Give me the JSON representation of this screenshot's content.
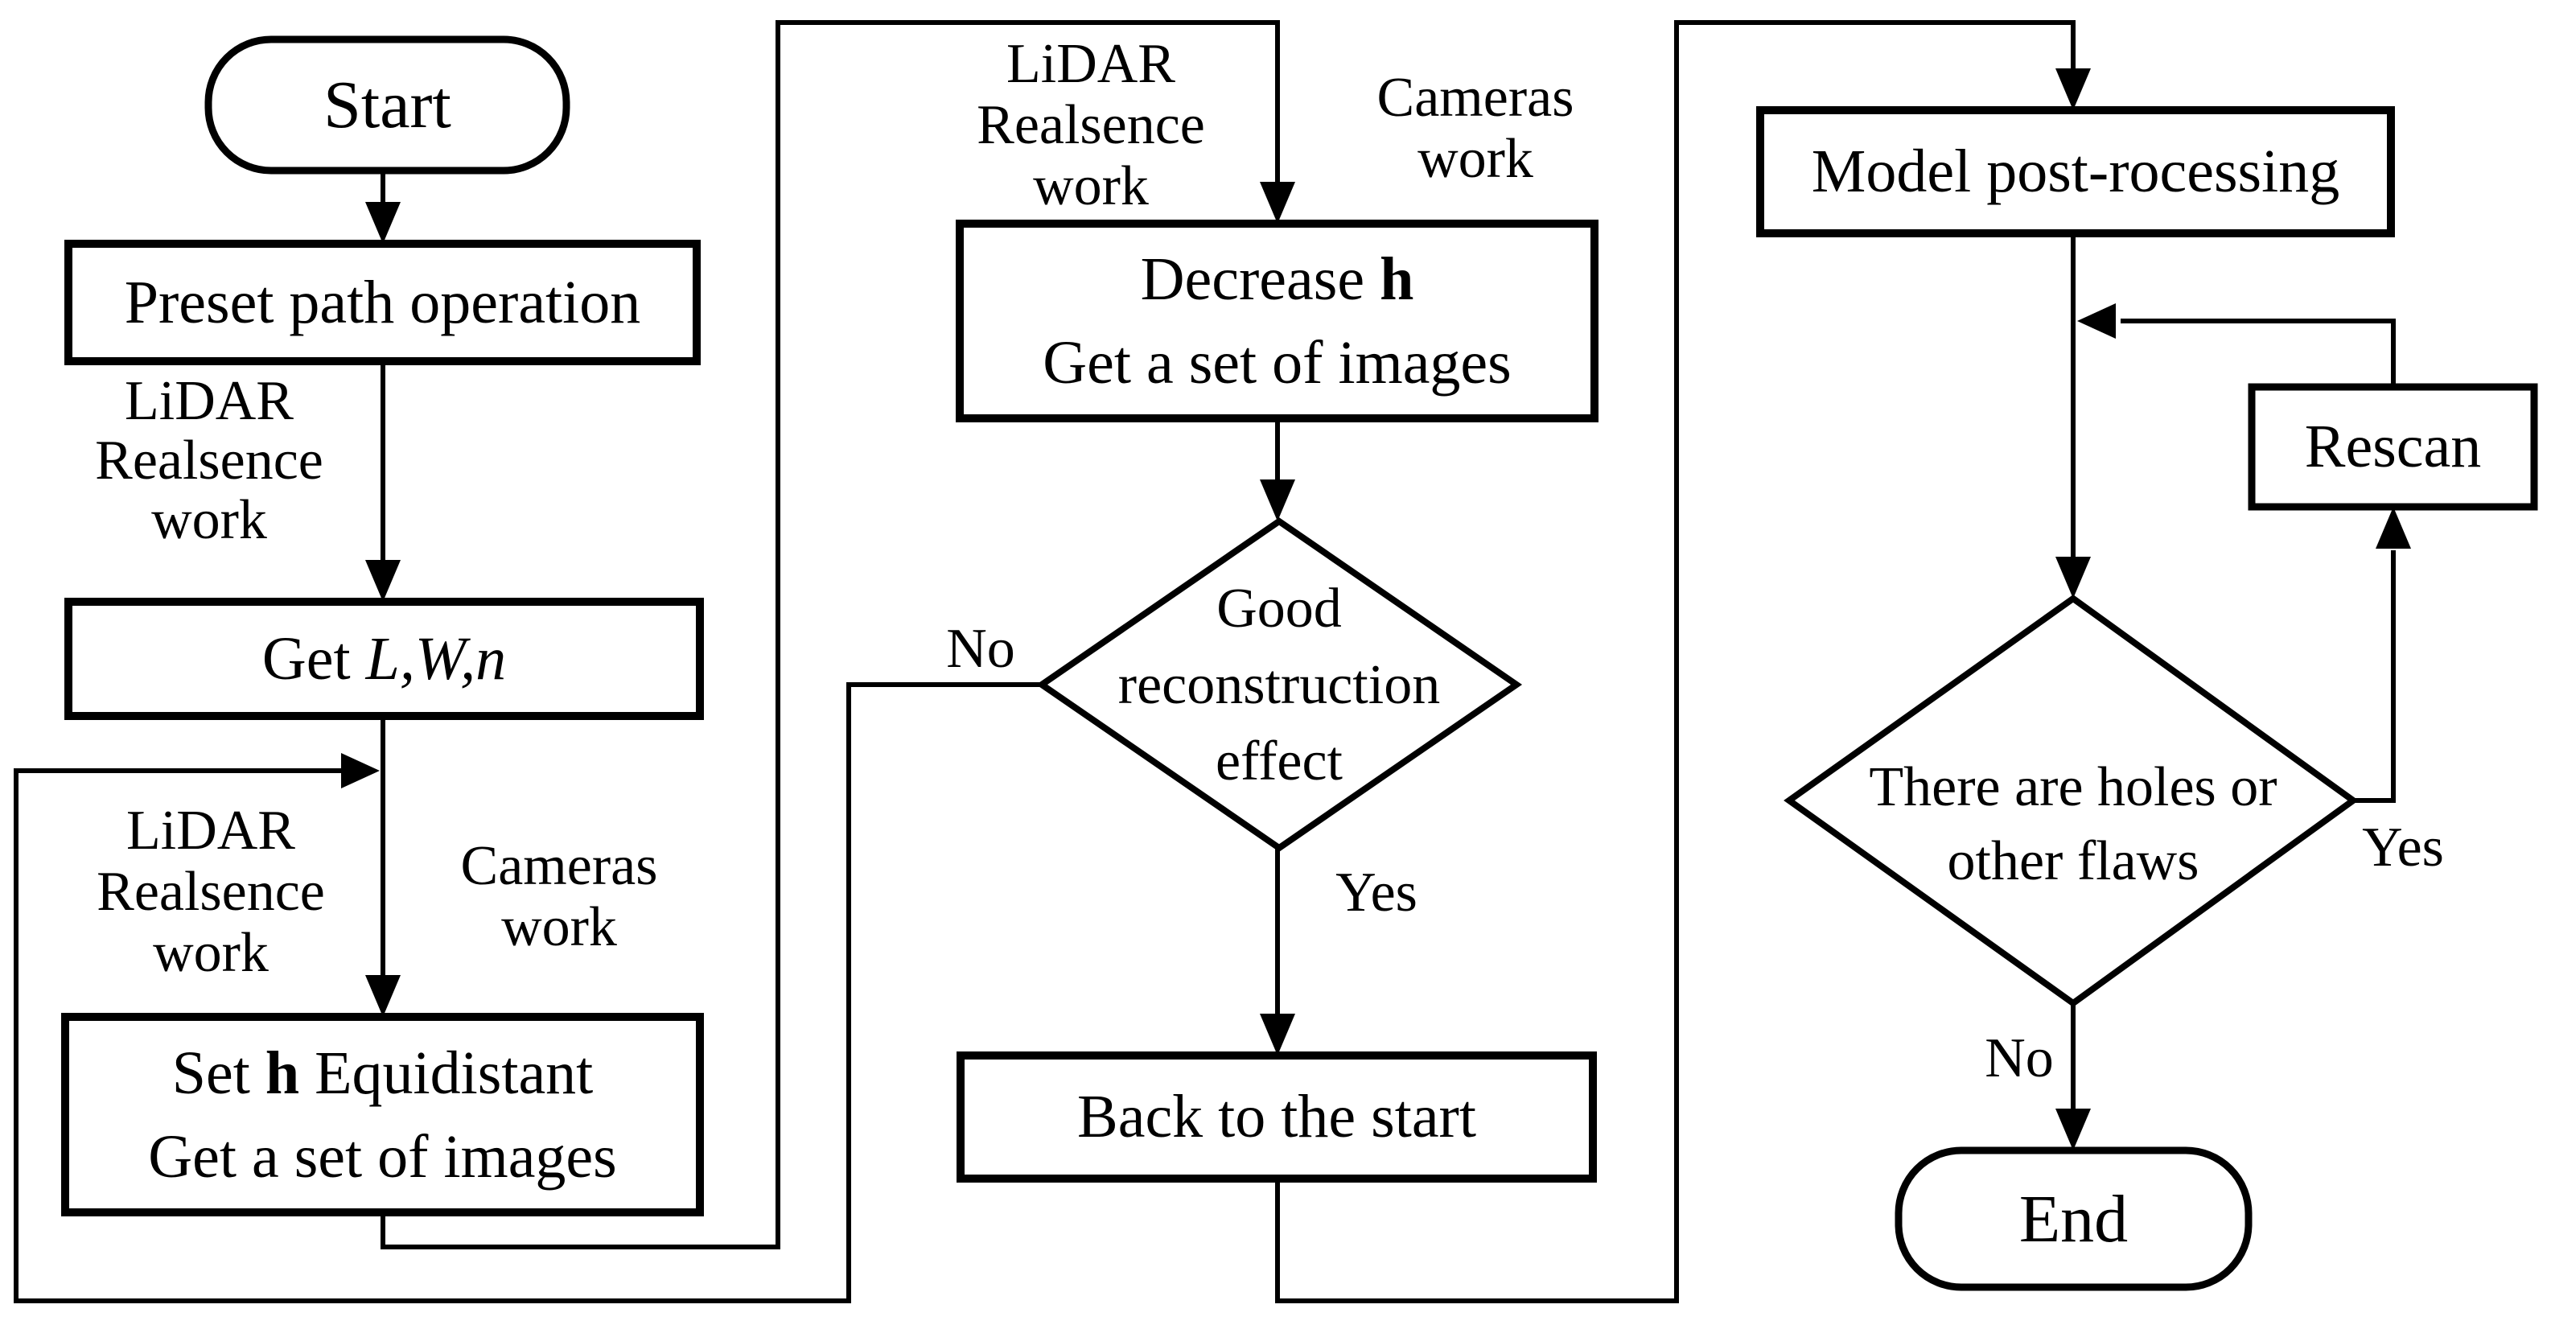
{
  "flow": {
    "title_hint": "Scanning and reconstruction flowchart",
    "nodes": {
      "start": {
        "label": "Start"
      },
      "preset_path": {
        "label": "Preset path operation"
      },
      "get_lwn": {
        "word": "Get",
        "vars": "L,W,n"
      },
      "set_h": {
        "word1": "Set",
        "bold": "h",
        "word2": "Equidistant",
        "line2": "Get a set of images"
      },
      "decrease_h": {
        "word1": "Decrease",
        "bold": "h",
        "line2": "Get a set of images"
      },
      "good_reconstruction": {
        "lines": [
          "Good",
          "reconstruction",
          "effect"
        ]
      },
      "back_to_start": {
        "label": "Back to the start"
      },
      "model_post_processing": {
        "label": "Model post-rocessing"
      },
      "rescan": {
        "label": "Rescan"
      },
      "holes_or_flaws": {
        "lines": [
          "There are holes or",
          "other flaws"
        ]
      },
      "end": {
        "label": "End"
      }
    },
    "edge_labels": {
      "lidar_realsence_work": [
        "LiDAR",
        "Realsence",
        "work"
      ],
      "cameras_work": [
        "Cameras",
        "work"
      ],
      "no": "No",
      "yes": "Yes"
    },
    "colors": {
      "stroke": "#000000",
      "background": "#ffffff"
    }
  }
}
